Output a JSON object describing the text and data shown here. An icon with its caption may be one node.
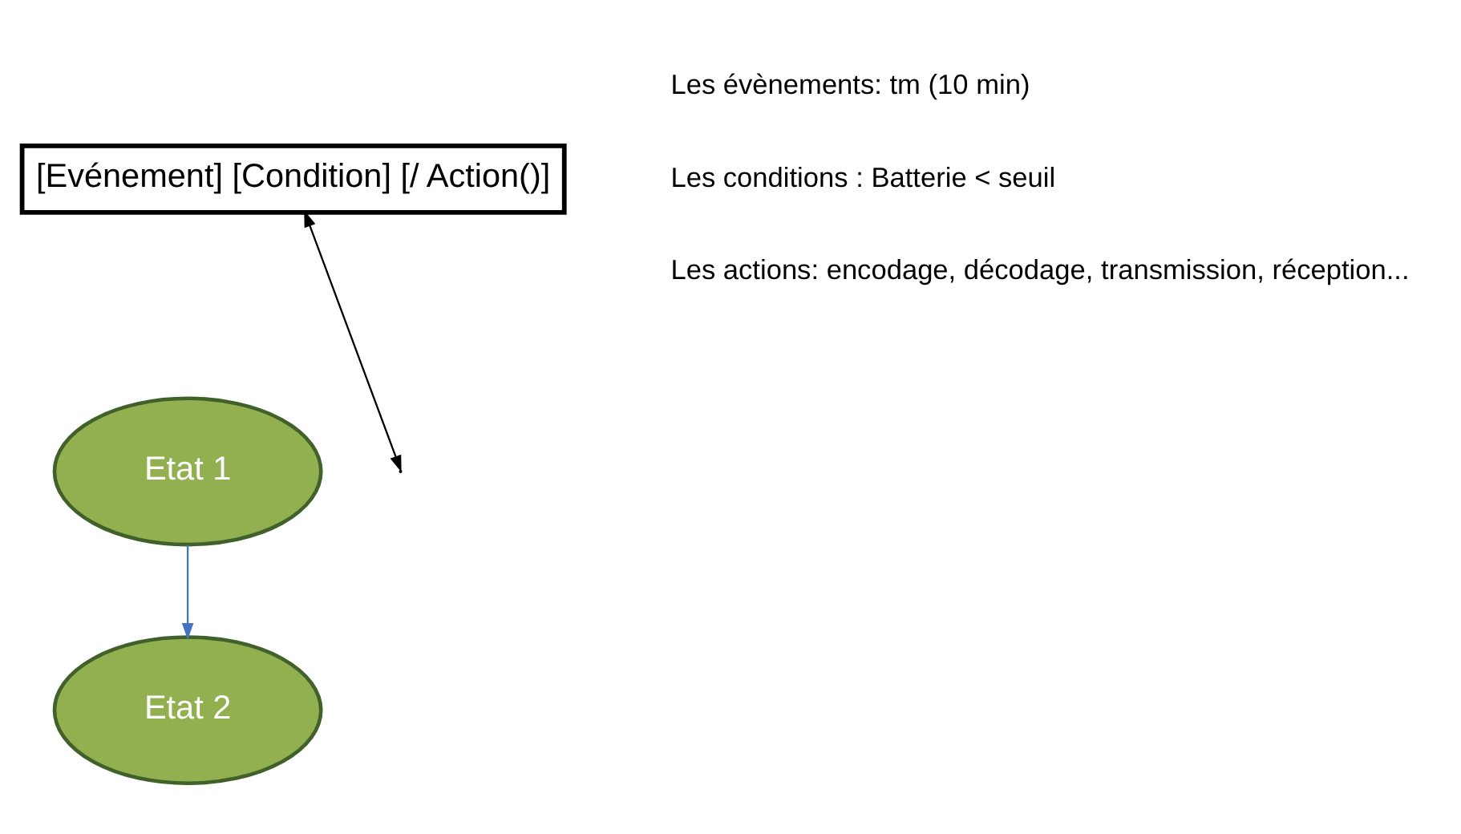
{
  "diagram": {
    "nodes": [
      {
        "text": [
          "[Evénement] [Condition] [/ Action()]"
        ]
      },
      {
        "text": [
          "Etat 1"
        ]
      },
      {
        "text": [
          "Etat 2"
        ]
      }
    ],
    "edges": [
      {
        "from": 1,
        "to": 2,
        "arrow": "to",
        "color": "#4472c4"
      },
      {
        "from": 0,
        "to": null,
        "arrow": "both",
        "color": "#000000"
      }
    ],
    "labels": [
      "Les évènements: tm (10 min)",
      "Les conditions : Batterie < seuil",
      "Les actions: encodage, décodage, transmission, réception..."
    ]
  }
}
